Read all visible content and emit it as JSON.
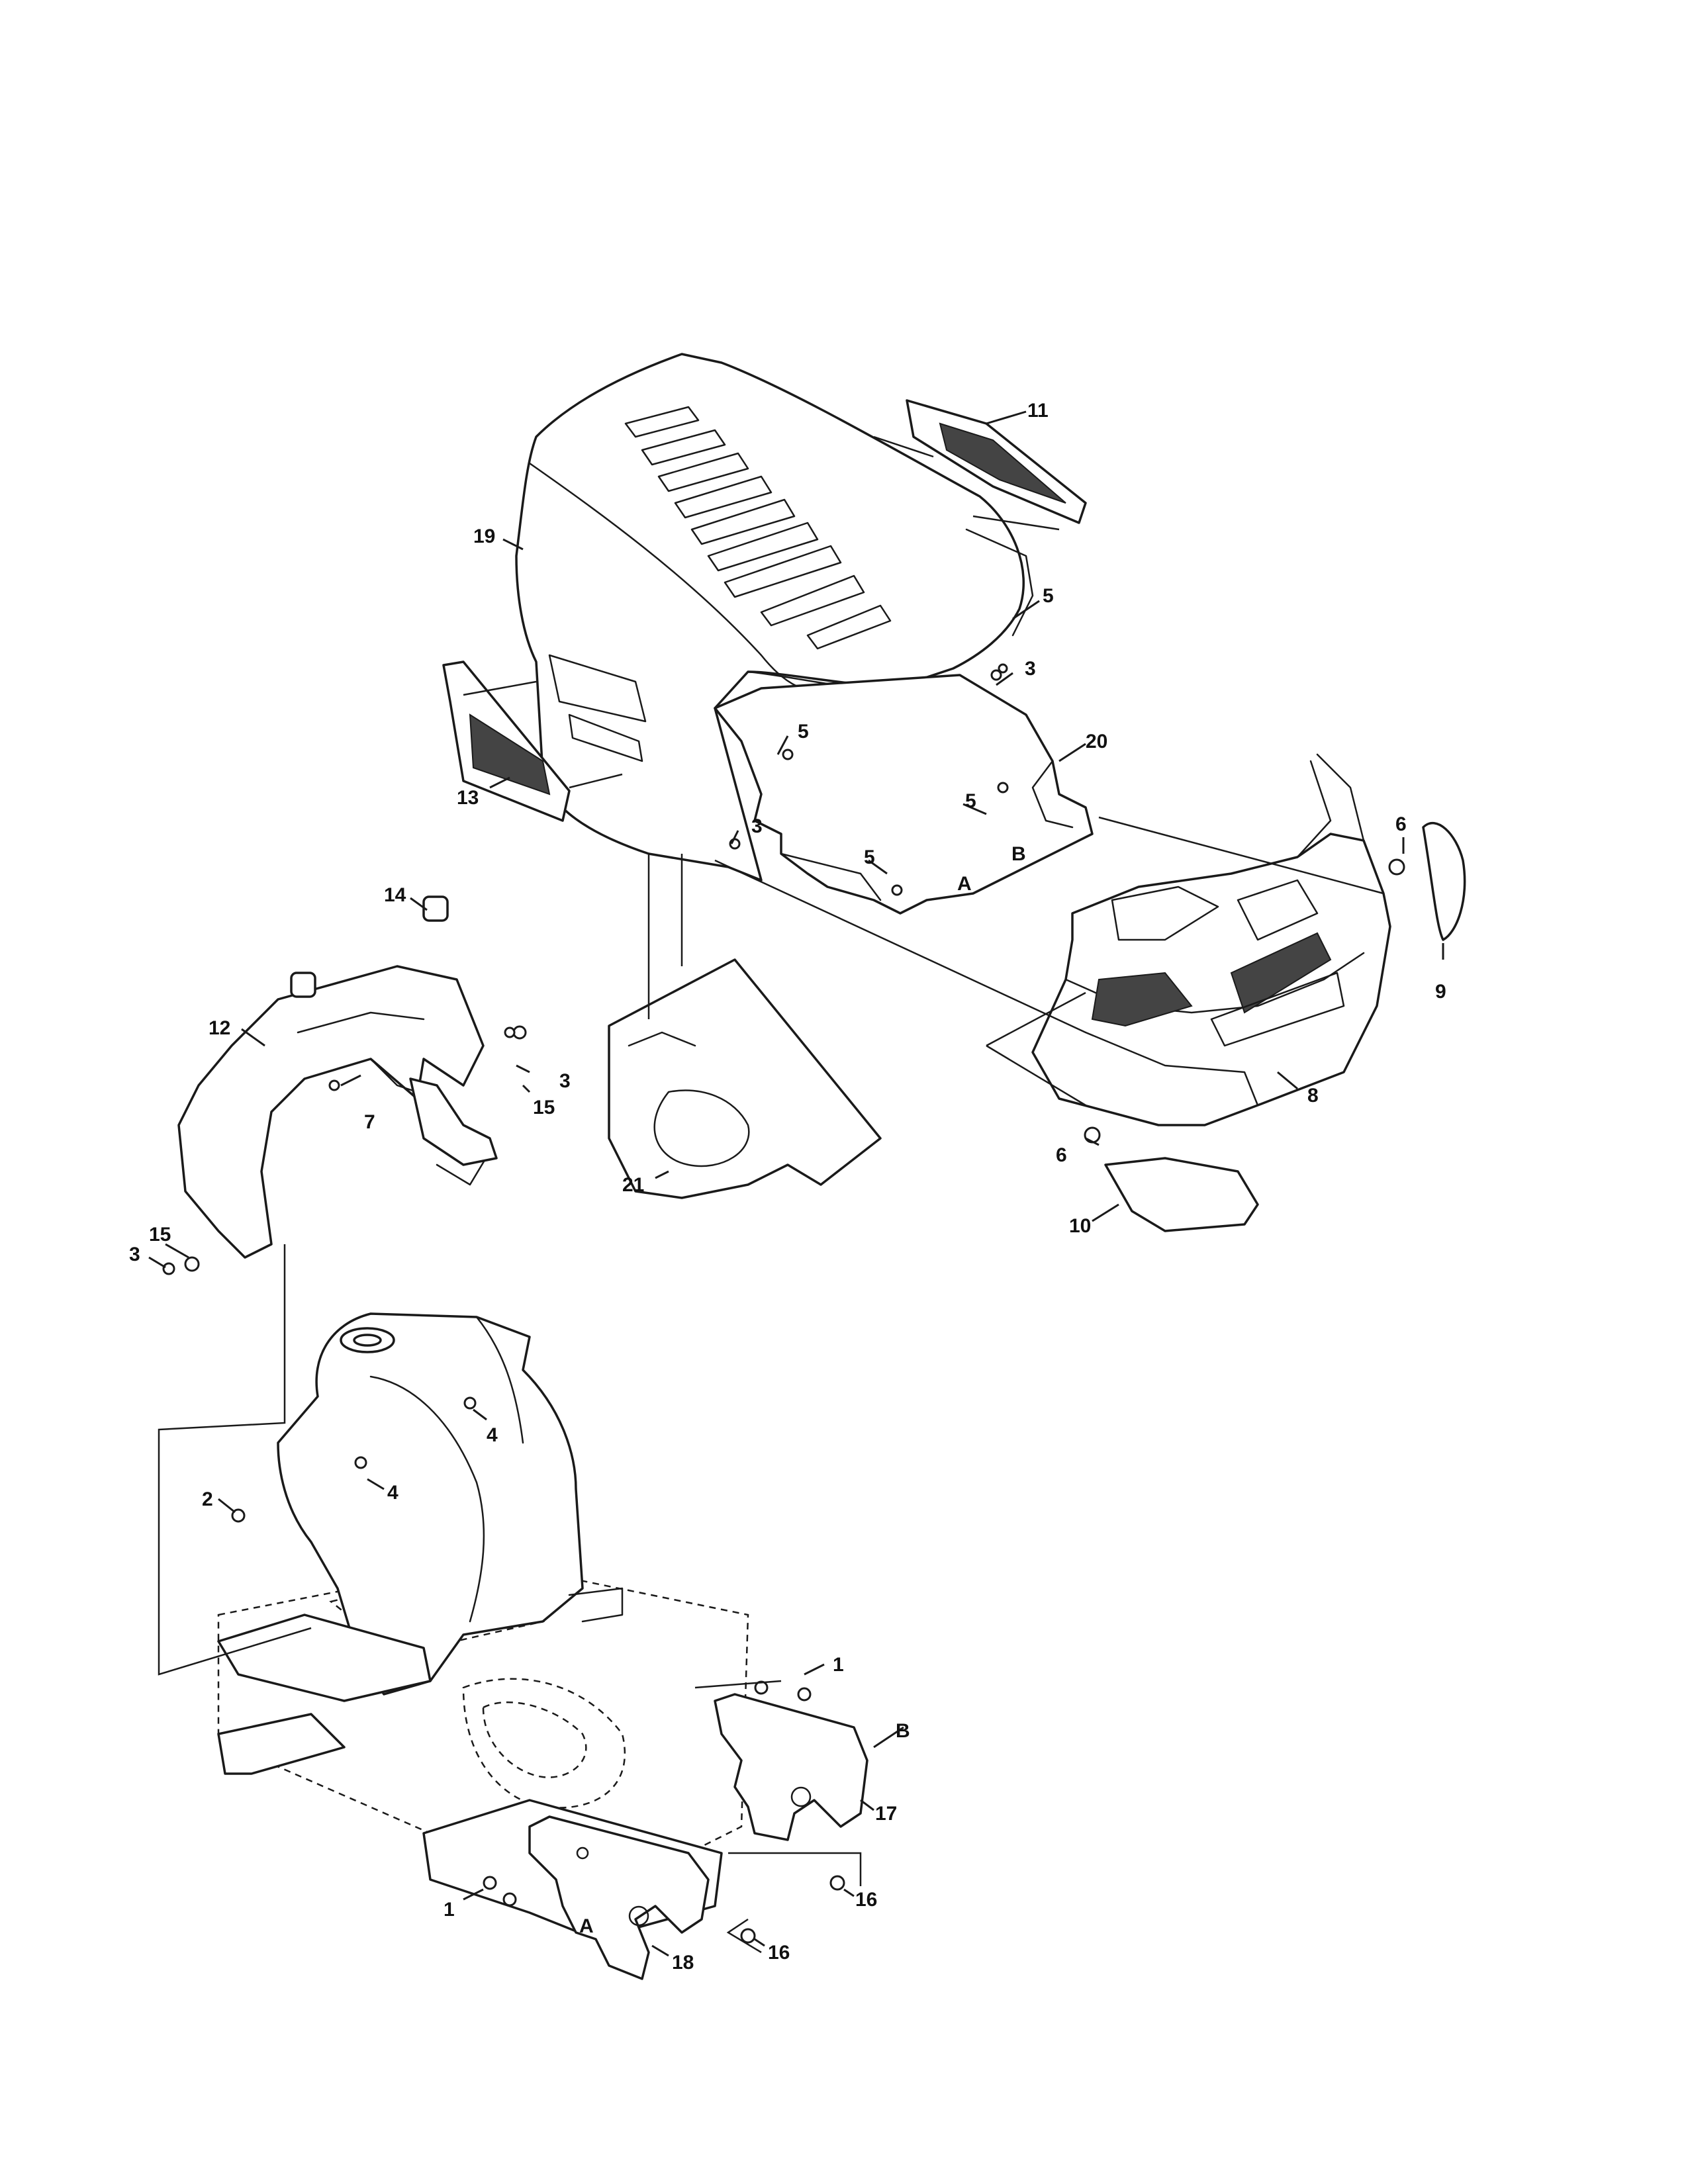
{
  "callouts": {
    "c1a": "1",
    "c1b": "1",
    "c2": "2",
    "c3a": "3",
    "c3b": "3",
    "c3c": "3",
    "c3d": "3",
    "c4a": "4",
    "c4b": "4",
    "c5a": "5",
    "c5b": "5",
    "c5c": "5",
    "c5d": "5",
    "c6a": "6",
    "c6b": "6",
    "c7": "7",
    "c8": "8",
    "c9": "9",
    "c10": "10",
    "c11": "11",
    "c12": "12",
    "c13": "13",
    "c14": "14",
    "c15a": "15",
    "c15b": "15",
    "c16a": "16",
    "c16b": "16",
    "c17": "17",
    "c18": "18",
    "c19": "19",
    "c20": "20",
    "c21": "21",
    "refAa": "A",
    "refAb": "A",
    "refBa": "B",
    "refBb": "B"
  }
}
